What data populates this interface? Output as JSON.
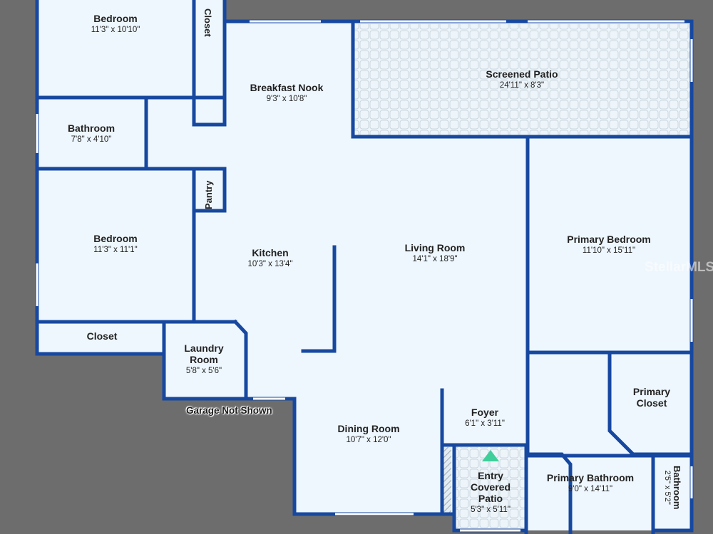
{
  "rooms": {
    "bedroom_top": {
      "name": "Bedroom",
      "dim": "11'3\" x 10'10\""
    },
    "closet_top": {
      "name": "Closet"
    },
    "breakfast_nook": {
      "name": "Breakfast Nook",
      "dim": "9'3\" x 10'8\""
    },
    "screened_patio": {
      "name": "Screened Patio",
      "dim": "24'11\" x 8'3\""
    },
    "bathroom_left": {
      "name": "Bathroom",
      "dim": "7'8\" x 4'10\""
    },
    "pantry": {
      "name": "Pantry"
    },
    "bedroom_mid": {
      "name": "Bedroom",
      "dim": "11'3\" x 11'1\""
    },
    "kitchen": {
      "name": "Kitchen",
      "dim": "10'3\" x 13'4\""
    },
    "living_room": {
      "name": "Living Room",
      "dim": "14'1\" x 18'9\""
    },
    "primary_bedroom": {
      "name": "Primary Bedroom",
      "dim": "11'10\" x 15'11\""
    },
    "closet_bottom": {
      "name": "Closet"
    },
    "laundry": {
      "name": "Laundry",
      "name2": "Room",
      "dim": "5'8\" x 5'6\""
    },
    "primary_closet": {
      "name": "Primary",
      "name2": "Closet"
    },
    "foyer": {
      "name": "Foyer",
      "dim": "6'1\" x 3'11\""
    },
    "dining_room": {
      "name": "Dining Room",
      "dim": "10'7\" x 12'0\""
    },
    "entry": {
      "name": "Entry",
      "name2": "Covered",
      "name3": "Patio",
      "dim": "5'3\" x 5'11\""
    },
    "primary_bathroom": {
      "name": "Primary Bathroom",
      "dim": "9'0\" x 14'11\""
    },
    "bathroom_right": {
      "name": "Bathroom",
      "dim": "2'5\" x 5'2\""
    }
  },
  "notes": {
    "garage": "Garage Not Shown"
  },
  "watermark": "StellarMLS",
  "colors": {
    "background": "#6d6d6d",
    "floor": "#eef7fd",
    "wall": "#1748a0",
    "patio": "#eaf3f9",
    "entry_marker": "#3ecf9a"
  }
}
